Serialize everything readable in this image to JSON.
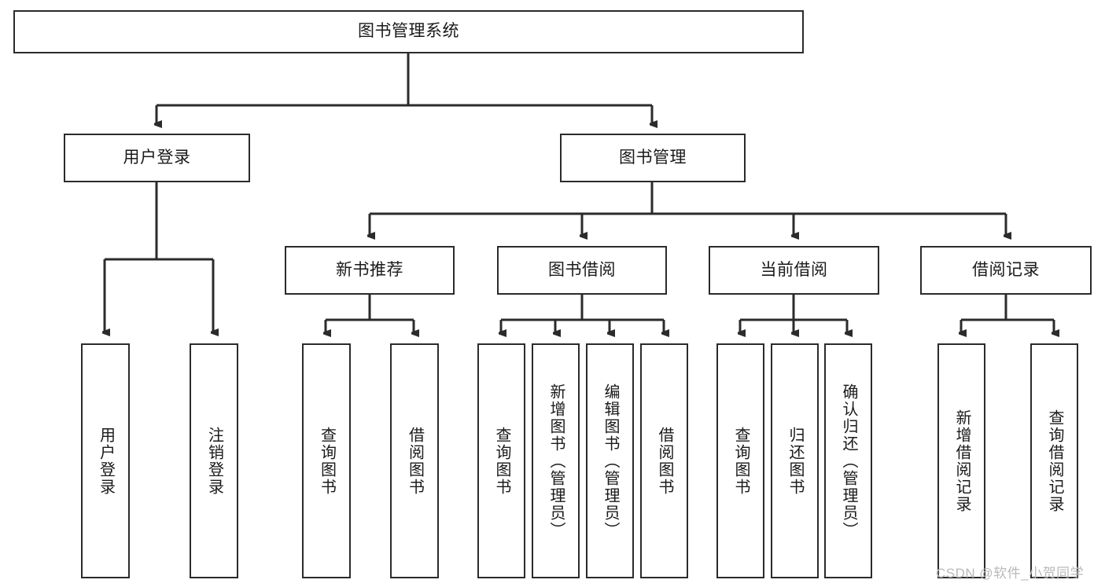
{
  "diagram": {
    "title": "图书管理系统",
    "type": "hierarchy-tree",
    "watermark": "CSDN @软件_小贺同学",
    "colors": {
      "stroke": "#2b2b2b",
      "background": "#ffffff",
      "text": "#1a1a1a",
      "watermark": "#b9b9b9"
    },
    "levels": {
      "root": {
        "label": "图书管理系统"
      },
      "level2": [
        {
          "label": "用户登录"
        },
        {
          "label": "图书管理"
        }
      ],
      "level3": [
        {
          "label": "新书推荐"
        },
        {
          "label": "图书借阅"
        },
        {
          "label": "当前借阅"
        },
        {
          "label": "借阅记录"
        }
      ],
      "leaves": {
        "user_login": [
          {
            "label": "用户登录"
          },
          {
            "label": "注销登录"
          }
        ],
        "new_book_recommend": [
          {
            "label": "查询图书"
          },
          {
            "label": "借阅图书"
          }
        ],
        "book_borrow": [
          {
            "label": "查询图书"
          },
          {
            "label": "新增图书（管理员）"
          },
          {
            "label": "编辑图书（管理员）"
          },
          {
            "label": "借阅图书"
          }
        ],
        "current_borrow": [
          {
            "label": "查询图书"
          },
          {
            "label": "归还图书"
          },
          {
            "label": "确认归还（管理员）"
          }
        ],
        "borrow_record": [
          {
            "label": "新增借阅记录"
          },
          {
            "label": "查询借阅记录"
          }
        ]
      }
    }
  }
}
